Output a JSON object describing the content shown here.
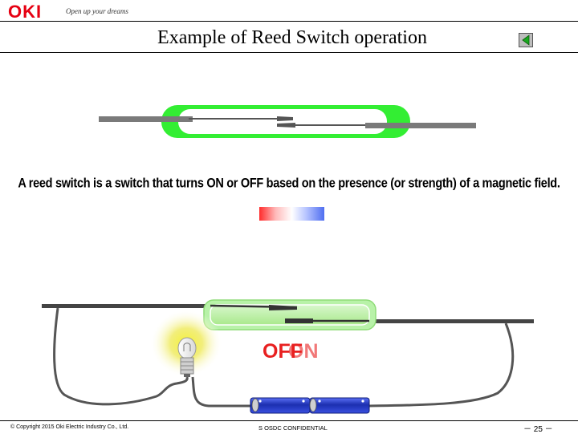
{
  "header": {
    "logo": "OKI",
    "tagline": "Open up your dreams",
    "title": "Example of Reed Switch operation"
  },
  "controls": {
    "back_icon": "triangle-left-icon"
  },
  "main": {
    "description": "A reed switch is a switch that turns ON or OFF based on the presence (or strength) of a magnetic field.",
    "status_label": "OFF",
    "status_overlap": "ON"
  },
  "footer": {
    "copyright": "© Copyright 2015 Oki Electric Industry Co., Ltd.",
    "confidential": "S OSDC CONFIDENTIAL",
    "page_number": "－ 25 －"
  },
  "colors": {
    "brand_red": "#e60012",
    "reed_glass_top": "#33ee33",
    "reed_glass_bottom": "#b8f2a8",
    "battery_blue": "#2a3fc8",
    "status_red": "#e82020"
  }
}
